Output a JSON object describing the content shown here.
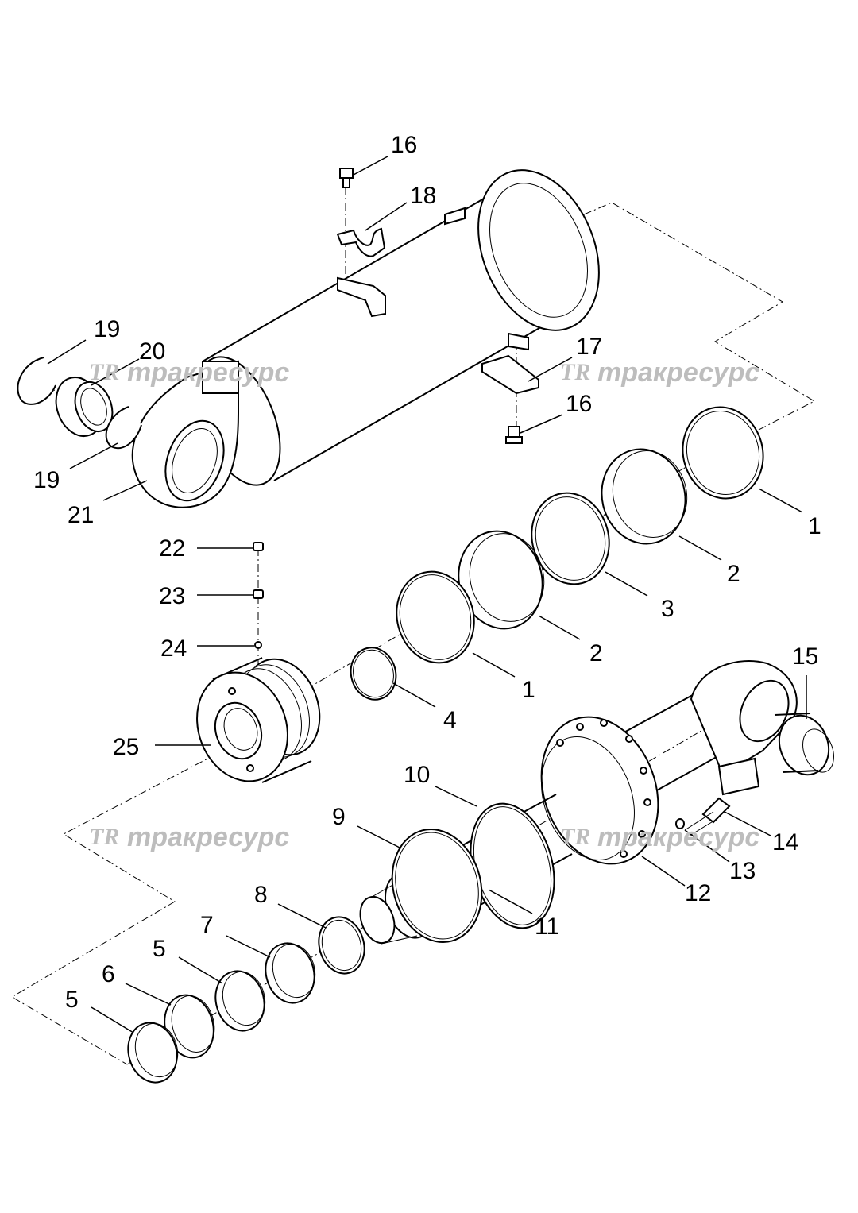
{
  "watermark": {
    "logo": "TR",
    "text": "тракресурс"
  },
  "callouts": [
    {
      "id": "c16a",
      "label": "16"
    },
    {
      "id": "c18",
      "label": "18"
    },
    {
      "id": "c19a",
      "label": "19"
    },
    {
      "id": "c20",
      "label": "20"
    },
    {
      "id": "c19b",
      "label": "19"
    },
    {
      "id": "c21",
      "label": "21"
    },
    {
      "id": "c17",
      "label": "17"
    },
    {
      "id": "c16b",
      "label": "16"
    },
    {
      "id": "c1a",
      "label": "1"
    },
    {
      "id": "c2a",
      "label": "2"
    },
    {
      "id": "c3",
      "label": "3"
    },
    {
      "id": "c2b",
      "label": "2"
    },
    {
      "id": "c1b",
      "label": "1"
    },
    {
      "id": "c4",
      "label": "4"
    },
    {
      "id": "c22",
      "label": "22"
    },
    {
      "id": "c23",
      "label": "23"
    },
    {
      "id": "c24",
      "label": "24"
    },
    {
      "id": "c25",
      "label": "25"
    },
    {
      "id": "c15",
      "label": "15"
    },
    {
      "id": "c10",
      "label": "10"
    },
    {
      "id": "c9",
      "label": "9"
    },
    {
      "id": "c14",
      "label": "14"
    },
    {
      "id": "c13",
      "label": "13"
    },
    {
      "id": "c12",
      "label": "12"
    },
    {
      "id": "c11",
      "label": "11"
    },
    {
      "id": "c8",
      "label": "8"
    },
    {
      "id": "c7",
      "label": "7"
    },
    {
      "id": "c5a",
      "label": "5"
    },
    {
      "id": "c6",
      "label": "6"
    },
    {
      "id": "c5b",
      "label": "5"
    }
  ]
}
